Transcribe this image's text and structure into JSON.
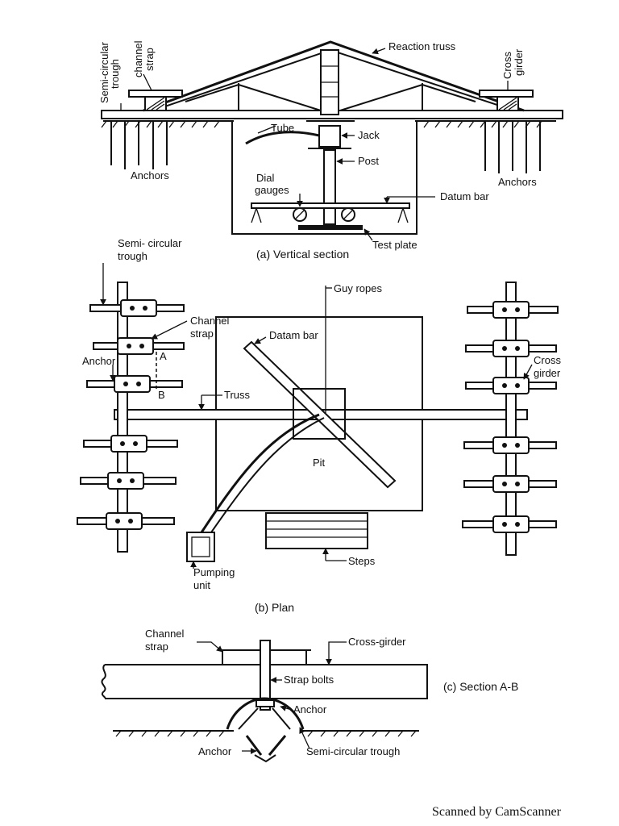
{
  "section_a": {
    "semi_circular_trough": [
      "Semi-circular",
      "trough"
    ],
    "channel_strap": [
      "channel",
      "strap"
    ],
    "reaction_truss": "Reaction truss",
    "cross_girder": [
      "Cross",
      "girder"
    ],
    "tube": "Tube",
    "jack": "Jack",
    "post": "Post",
    "anchors_left": "Anchors",
    "anchors_right": "Anchors",
    "dial_gauges": [
      "Dial",
      "gauges"
    ],
    "datum_bar": "Datum bar",
    "test_plate": "Test plate",
    "caption": "(a) Vertical section"
  },
  "section_b": {
    "semi_circular_trough": [
      "Semi- circular",
      "trough"
    ],
    "guy_ropes": "Guy ropes",
    "channel_strap": [
      "Channel",
      "strap"
    ],
    "datum_bar": "Datam bar",
    "anchor": "Anchor",
    "point_a": "A",
    "point_b": "B",
    "truss": "Truss",
    "cross_girder": [
      "Cross",
      "girder"
    ],
    "pit": "Pit",
    "pumping_unit": [
      "Pumping",
      "unit"
    ],
    "steps": "Steps",
    "caption": "(b)  Plan"
  },
  "section_c": {
    "channel_strap": [
      "Channel",
      "strap"
    ],
    "cross_girder": "Cross-girder",
    "strap_bolts": "Strap bolts",
    "caption": "(c) Section A-B",
    "anchor_right": "Anchor",
    "anchor_left": "Anchor",
    "semi_circular_trough": "Semi-circular trough"
  },
  "watermark": "Scanned by CamScanner"
}
